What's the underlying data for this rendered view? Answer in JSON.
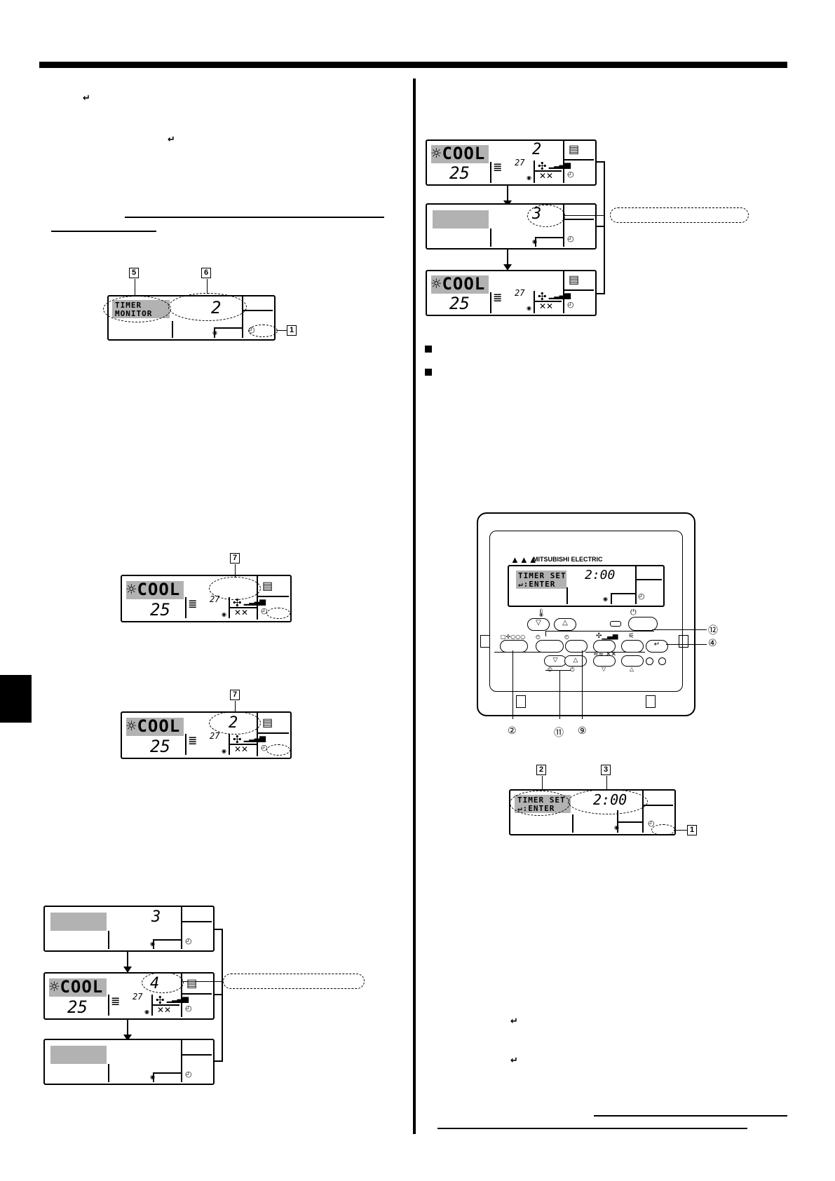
{
  "glyphs": {
    "return": "↵",
    "arrow_down": "▼",
    "clock": "◴",
    "dot": "◉"
  },
  "lcd": {
    "mode_cool": "☼COOL",
    "temp_set": "25",
    "temp_room": "27",
    "timer_monitor": [
      "TIMER",
      "MONITOR"
    ],
    "timer_set": [
      "TIMER SET",
      "↵:ENTER"
    ],
    "time_value": "2:00"
  },
  "left": {
    "display1": {
      "segment": "2",
      "labels": [
        "5",
        "6",
        "1"
      ]
    },
    "display2": {
      "label": "7"
    },
    "display3": {
      "segment": "2",
      "label": "7"
    },
    "stack": {
      "top_segment": "3",
      "middle_segment": "4"
    }
  },
  "right": {
    "stack": {
      "top_segment": "2",
      "middle_segment": "3"
    },
    "remote": {
      "brand": "MITSUBISHI ELECTRIC",
      "callouts": [
        "⑫",
        "④",
        "②",
        "⑪",
        "⑨"
      ]
    },
    "display_detail": {
      "labels": [
        "2",
        "3",
        "1"
      ]
    }
  }
}
